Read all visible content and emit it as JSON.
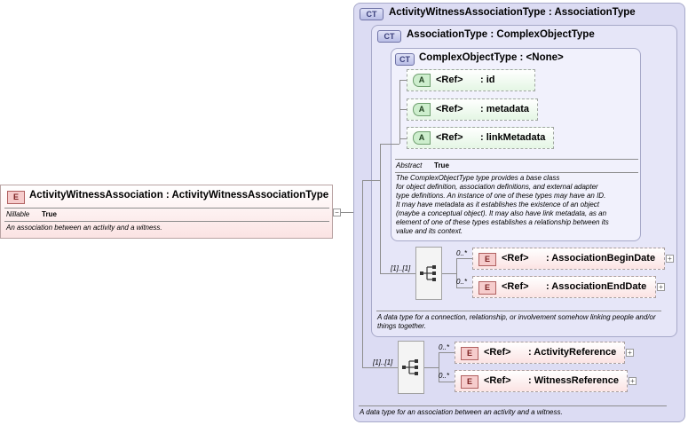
{
  "root_element": {
    "badge": "E",
    "title": "ActivityWitnessAssociation : ActivityWitnessAssociationType",
    "nillable_label": "Nillable",
    "nillable_value": "True",
    "doc": "An association between an activity and a witness.",
    "collapse": "−"
  },
  "outer_type": {
    "badge": "CT",
    "title": "ActivityWitnessAssociationType : AssociationType",
    "doc": "A data type for an association between an activity and a witness.",
    "sequence_occurrence": "[1]..[1]",
    "children": [
      {
        "occurs": "0..*",
        "badge": "E",
        "ref": "<Ref>",
        "name": ": ActivityReference"
      },
      {
        "occurs": "0..*",
        "badge": "E",
        "ref": "<Ref>",
        "name": ": WitnessReference"
      }
    ]
  },
  "mid_type": {
    "badge": "CT",
    "title": "AssociationType : ComplexObjectType",
    "doc": "A data type for a connection, relationship, or involvement somehow linking people and/or things together.",
    "sequence_occurrence": "[1]..[1]",
    "children": [
      {
        "occurs": "0..*",
        "badge": "E",
        "ref": "<Ref>",
        "name": ": AssociationBeginDate"
      },
      {
        "occurs": "0..*",
        "badge": "E",
        "ref": "<Ref>",
        "name": ": AssociationEndDate"
      }
    ]
  },
  "inner_type": {
    "badge": "CT",
    "title": "ComplexObjectType : <None>",
    "attributes": [
      {
        "badge": "A",
        "ref": "<Ref>",
        "name": ": id"
      },
      {
        "badge": "A",
        "ref": "<Ref>",
        "name": ": metadata"
      },
      {
        "badge": "A",
        "ref": "<Ref>",
        "name": ": linkMetadata"
      }
    ],
    "abstract_label": "Abstract",
    "abstract_value": "True",
    "doc_lines": [
      "The ComplexObjectType type provides a base class",
      "for object definition, association definitions, and external adapter",
      "type definitions. An instance of one of these types may have an ID.",
      "It may have metadata as it establishes the existence of an object",
      "(maybe a conceptual object). It may also have link metadata, as an",
      "element of one of these types establishes a relationship between its",
      "value and its context."
    ]
  },
  "expand_symbol": "+",
  "colors": {
    "element_fill": "#fbe3e3",
    "attribute_fill": "#e4f6e4",
    "complex_type_fill": "#dcdcf3"
  }
}
